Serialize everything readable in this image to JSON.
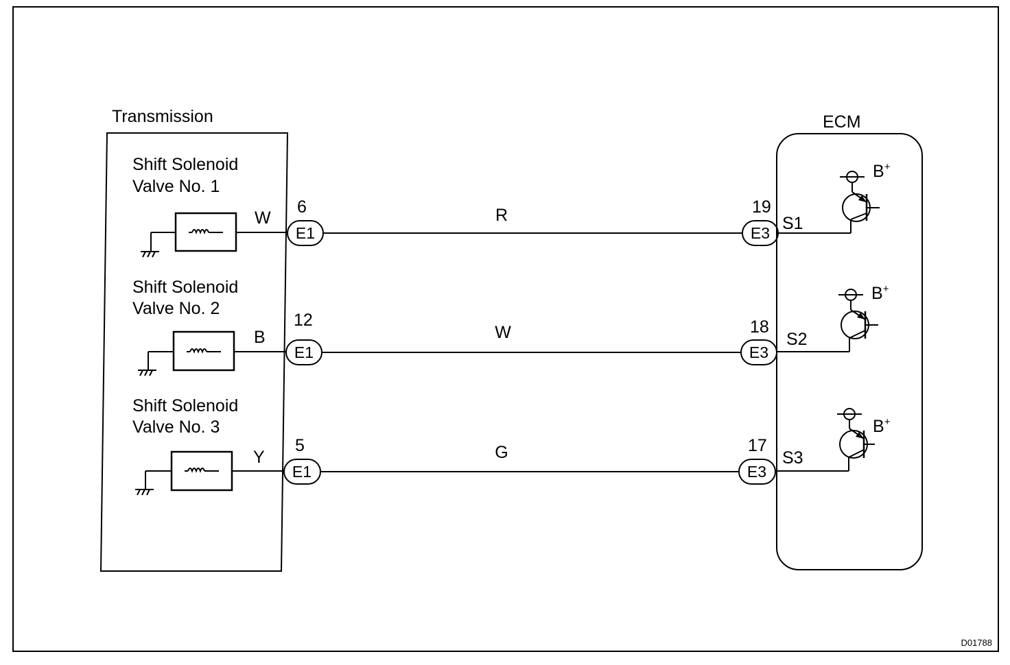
{
  "transmission": {
    "label": "Transmission"
  },
  "ecm": {
    "label": "ECM"
  },
  "circuits": [
    {
      "solenoid_line1": "Shift Solenoid",
      "solenoid_line2": "Valve No. 1",
      "side_wire": "W",
      "pin_left": "6",
      "connector_left": "E1",
      "wire_color": "R",
      "pin_right": "19",
      "connector_right": "E3",
      "terminal": "S1",
      "supply": "B",
      "supply_sup": "+"
    },
    {
      "solenoid_line1": "Shift Solenoid",
      "solenoid_line2": "Valve No. 2",
      "side_wire": "B",
      "pin_left": "12",
      "connector_left": "E1",
      "wire_color": "W",
      "pin_right": "18",
      "connector_right": "E3",
      "terminal": "S2",
      "supply": "B",
      "supply_sup": "+"
    },
    {
      "solenoid_line1": "Shift Solenoid",
      "solenoid_line2": "Valve No. 3",
      "side_wire": "Y",
      "pin_left": "5",
      "connector_left": "E1",
      "wire_color": "G",
      "pin_right": "17",
      "connector_right": "E3",
      "terminal": "S3",
      "supply": "B",
      "supply_sup": "+"
    }
  ],
  "figure_code": "D01788"
}
